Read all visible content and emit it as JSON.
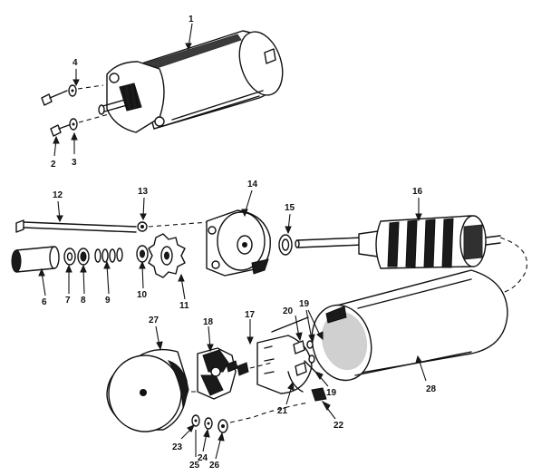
{
  "diagram": {
    "parts": [
      {
        "id": "1"
      },
      {
        "id": "2"
      },
      {
        "id": "3"
      },
      {
        "id": "4"
      },
      {
        "id": "6"
      },
      {
        "id": "7"
      },
      {
        "id": "8"
      },
      {
        "id": "9"
      },
      {
        "id": "10"
      },
      {
        "id": "11"
      },
      {
        "id": "12"
      },
      {
        "id": "13"
      },
      {
        "id": "14"
      },
      {
        "id": "15"
      },
      {
        "id": "16"
      },
      {
        "id": "17"
      },
      {
        "id": "18"
      },
      {
        "id": "19"
      },
      {
        "id": "19b",
        "label": "19"
      },
      {
        "id": "20"
      },
      {
        "id": "21"
      },
      {
        "id": "22"
      },
      {
        "id": "23"
      },
      {
        "id": "24"
      },
      {
        "id": "25"
      },
      {
        "id": "26"
      },
      {
        "id": "27"
      },
      {
        "id": "28"
      }
    ],
    "labels": {
      "p1": "1",
      "p2": "2",
      "p3": "3",
      "p4": "4",
      "p6": "6",
      "p7": "7",
      "p8": "8",
      "p9": "9",
      "p10": "10",
      "p11": "11",
      "p12": "12",
      "p13": "13",
      "p14": "14",
      "p15": "15",
      "p16": "16",
      "p17": "17",
      "p18": "18",
      "p19a": "19",
      "p19b": "19",
      "p20": "20",
      "p21": "21",
      "p22": "22",
      "p23": "23",
      "p24": "24",
      "p25": "25",
      "p26": "26",
      "p27": "27",
      "p28": "28"
    }
  }
}
